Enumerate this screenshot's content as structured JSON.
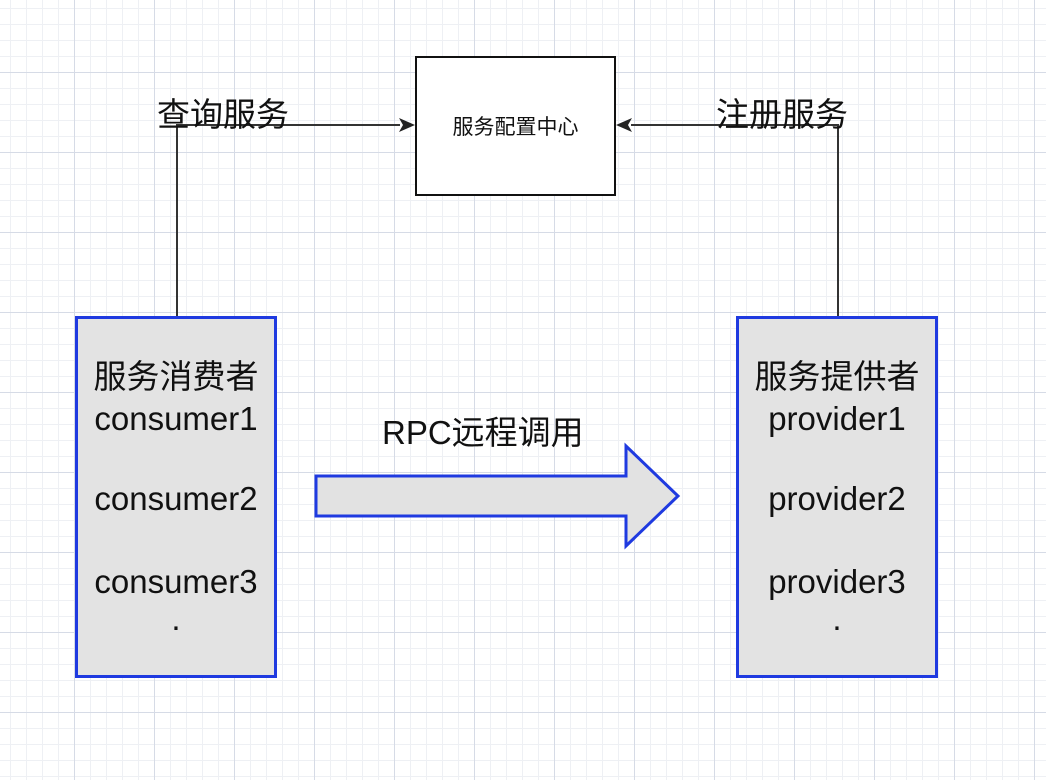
{
  "center": {
    "label": "服务配置中心"
  },
  "consumer": {
    "title": "服务消费者",
    "items": [
      "consumer1",
      "consumer2",
      "consumer3"
    ],
    "ellipsis": "."
  },
  "provider": {
    "title": "服务提供者",
    "items": [
      "provider1",
      "provider2",
      "provider3"
    ],
    "ellipsis": "."
  },
  "edges": {
    "query": "查询服务",
    "register": "注册服务",
    "rpc": "RPC远程调用"
  },
  "colors": {
    "node_border": "#1f3ae0",
    "node_fill": "#e3e3e3",
    "connector": "#333333",
    "arrow_fill": "#e2e2e2"
  }
}
